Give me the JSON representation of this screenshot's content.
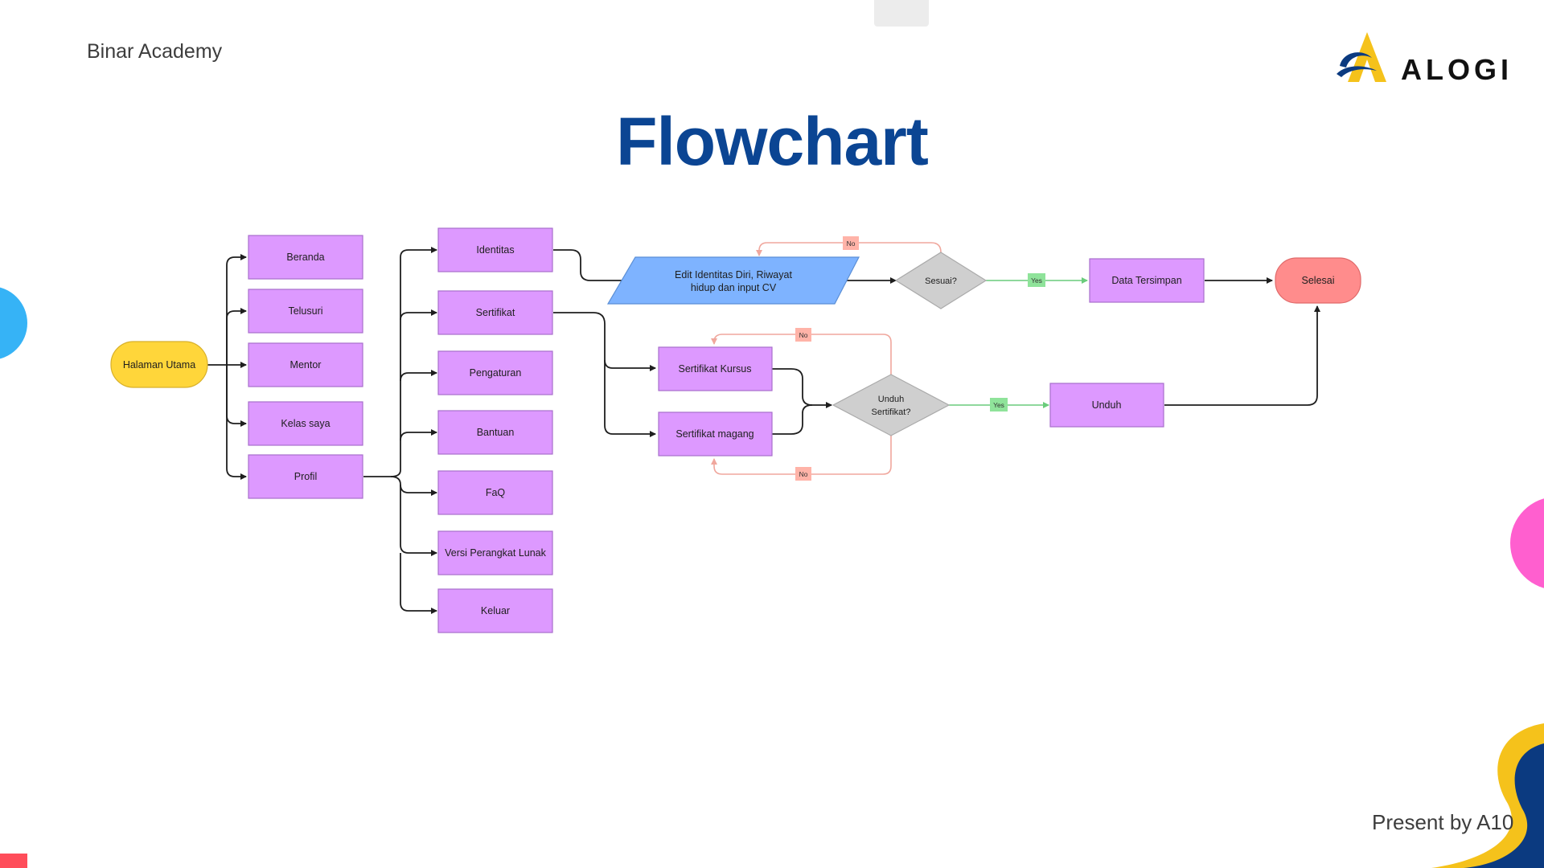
{
  "header": {
    "brand": "Binar Academy",
    "logo_text": "ALOGI"
  },
  "title": "Flowchart",
  "footer": "Present by A10",
  "flow": {
    "start": "Halaman Utama",
    "menu": [
      "Beranda",
      "Telusuri",
      "Mentor",
      "Kelas saya",
      "Profil"
    ],
    "profil": [
      "Identitas",
      "Sertifikat",
      "Pengaturan",
      "Bantuan",
      "FaQ",
      "Versi Perangkat Lunak",
      "Keluar"
    ],
    "edit": [
      "Edit Identitas Diri, Riwayat",
      "hidup dan input CV"
    ],
    "sesuai": "Sesuai?",
    "data_tersimpan": "Data Tersimpan",
    "selesai": "Selesai",
    "sertifikat_kursus": "Sertifikat Kursus",
    "sertifikat_magang": "Sertifikat magang",
    "unduh_q": [
      "Unduh",
      "Sertifikat?"
    ],
    "unduh": "Unduh",
    "yes": "Yes",
    "no": "No"
  },
  "colors": {
    "title": "#0b4593",
    "process": "#dd99ff",
    "process_border": "#a86fcc",
    "start": "#ffd63a",
    "edit": "#7eb3ff",
    "decision": "#cfcfcf",
    "end": "#ff8c8c",
    "yes_label": "#8fe39a",
    "no_label": "#ffb3a8",
    "yes_line": "#6acc7b",
    "no_line": "#f0a79d"
  }
}
